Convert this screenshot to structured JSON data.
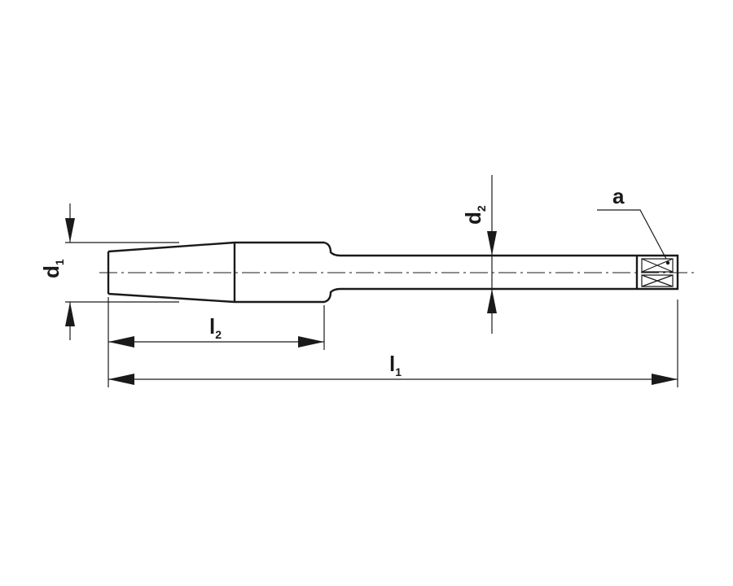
{
  "labels": {
    "d1": {
      "main": "d",
      "sub": "1"
    },
    "d2": {
      "main": "d",
      "sub": "2"
    },
    "l1": {
      "main": "l",
      "sub": "1"
    },
    "l2": {
      "main": "l",
      "sub": "2"
    },
    "a": "a"
  },
  "colors": {
    "line": "#1a1a1a",
    "background": "#ffffff"
  }
}
